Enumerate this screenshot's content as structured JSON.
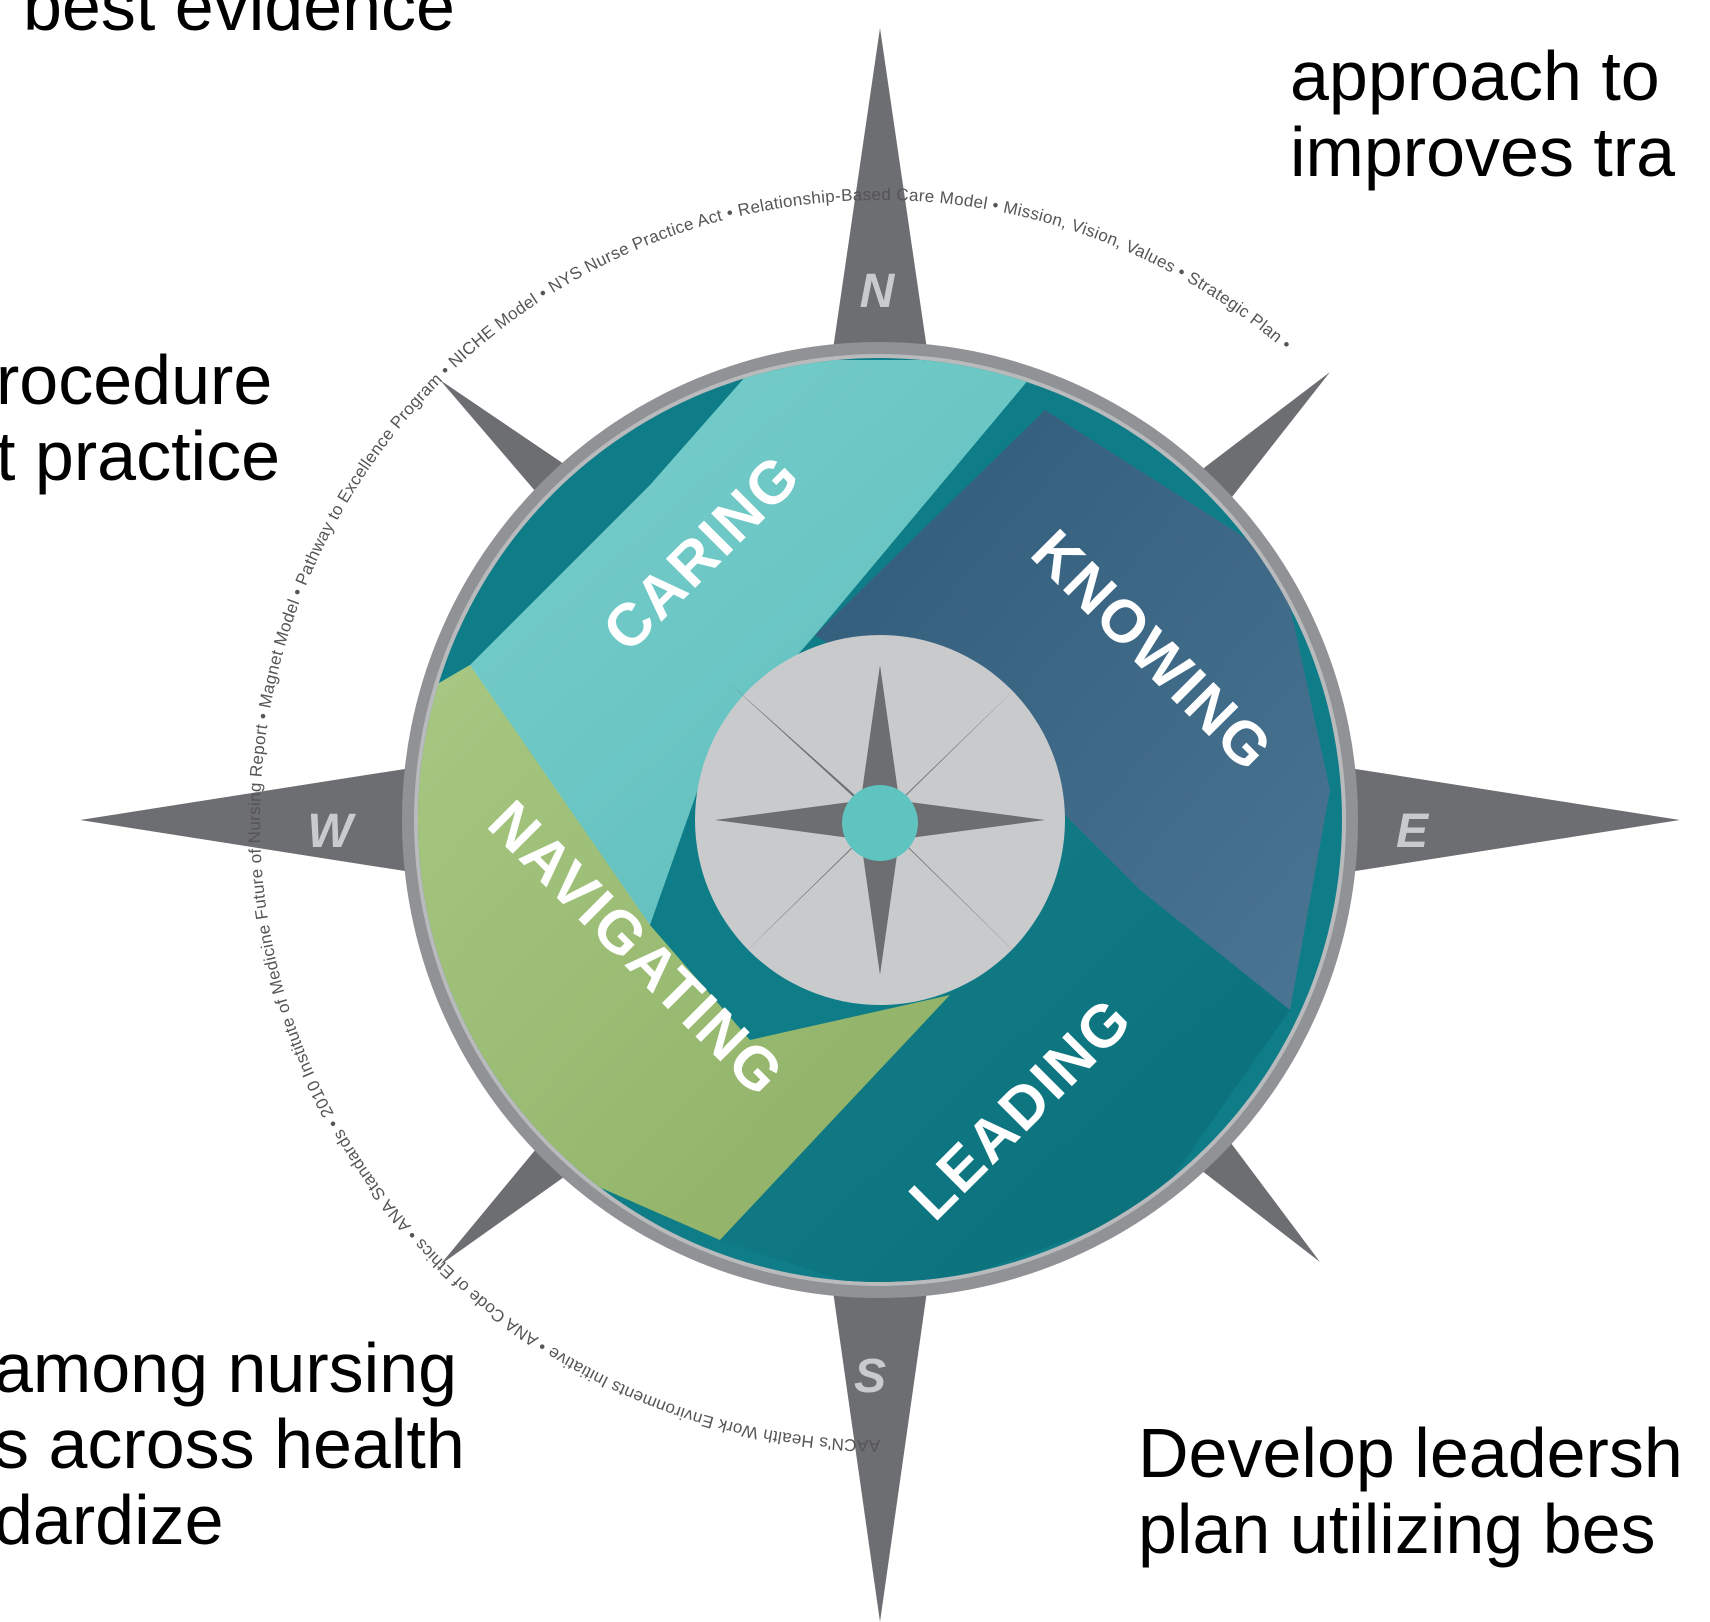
{
  "text_blocks": {
    "top_left": [
      "l best evidence"
    ],
    "top_right": [
      "approach to",
      "improves tra"
    ],
    "mid_left": [
      "rocedure",
      "t practice"
    ],
    "bottom_left": [
      "among nursing",
      "s across health",
      "dardize"
    ],
    "bottom_right": [
      "Develop leadersh",
      "plan utilizing bes"
    ]
  },
  "compass": {
    "directions": {
      "north": "N",
      "east": "E",
      "south": "S",
      "west": "W"
    },
    "quadrants": {
      "caring": "CARING",
      "knowing": "KNOWING",
      "navigating": "NAVIGATING",
      "leading": "LEADING"
    },
    "ring_text": "AACN's Health Work Environments Initiative • ANA Code of Ethics • ANA Standards • 2010 Institute of Medicine Future of Nursing Report • Magnet Model • Pathway to Excellence Program • NICHE Model • NYS Nurse Practice Act • Relationship-Based Care Model • Mission, Vision, Values • Strategic Plan •",
    "colors": {
      "caring": "#6cc8c6",
      "knowing": "#3a6585",
      "navigating": "#9bbb72",
      "leading": "#0e7d87",
      "star": "#6d6e71",
      "center_dot": "#5fc3c0",
      "inner_circle": "#c9cacc",
      "rim": "#909295"
    }
  }
}
